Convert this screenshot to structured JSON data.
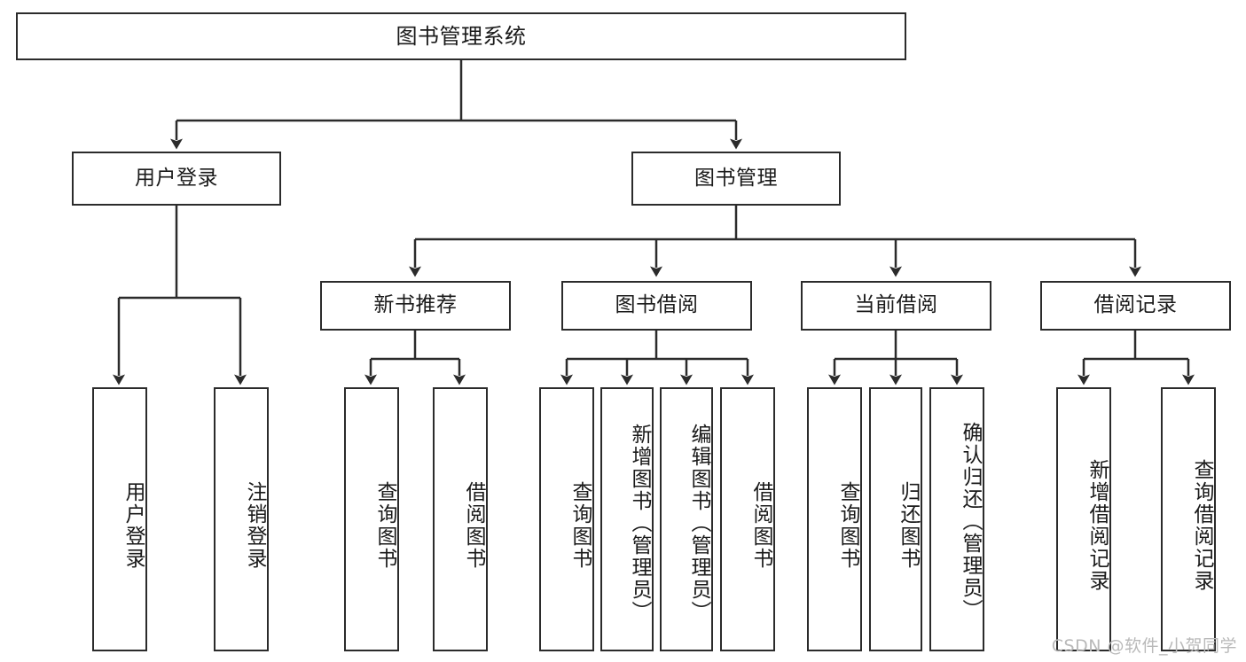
{
  "diagram": {
    "type": "hierarchy-tree",
    "title": "图书管理系统",
    "background_color": "#ffffff",
    "box_border_color": "#2b2b2b",
    "text_color": "#1a1a1a",
    "connector_color": "#2b2b2b"
  },
  "root": {
    "label": "图书管理系统"
  },
  "level1": [
    {
      "label": "用户登录"
    },
    {
      "label": "图书管理"
    }
  ],
  "level2": [
    {
      "label": "新书推荐"
    },
    {
      "label": "图书借阅"
    },
    {
      "label": "当前借阅"
    },
    {
      "label": "借阅记录"
    }
  ],
  "leaves": {
    "user_login": [
      {
        "label": "用户登录"
      },
      {
        "label": "注销登录"
      }
    ],
    "new_book_recommend": [
      {
        "label": "查询图书"
      },
      {
        "label": "借阅图书"
      }
    ],
    "book_borrow": [
      {
        "label": "查询图书"
      },
      {
        "label": "新增图书（管理员）"
      },
      {
        "label": "编辑图书（管理员）"
      },
      {
        "label": "借阅图书"
      }
    ],
    "current_borrow": [
      {
        "label": "查询图书"
      },
      {
        "label": "归还图书"
      },
      {
        "label": "确认归还（管理员）"
      }
    ],
    "borrow_record": [
      {
        "label": "新增借阅记录"
      },
      {
        "label": "查询借阅记录"
      }
    ]
  },
  "watermark": {
    "text": "CSDN @软件_小贺同学",
    "color": "#b9b9b9"
  }
}
